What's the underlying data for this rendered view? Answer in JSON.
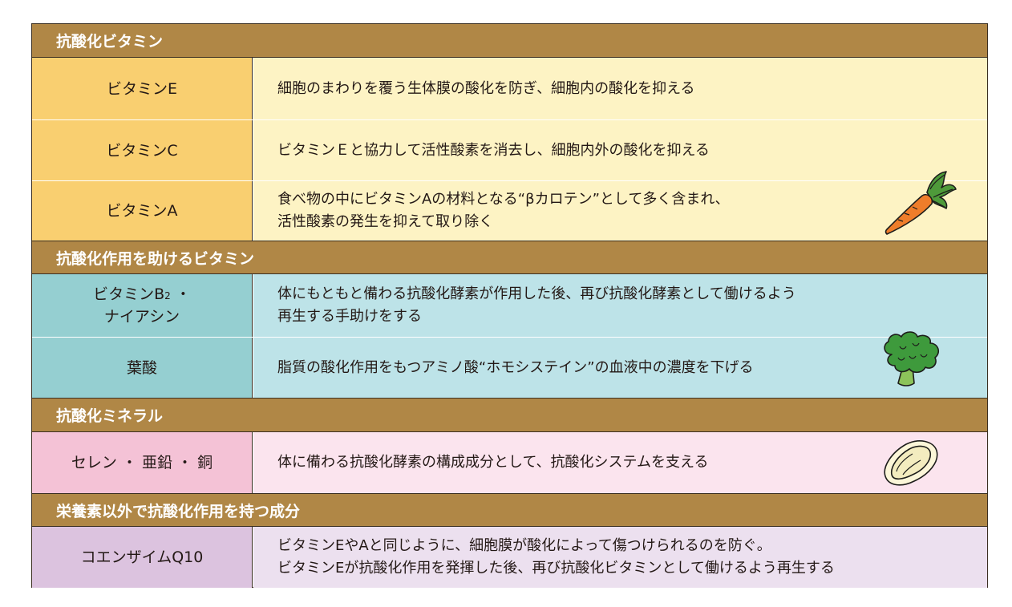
{
  "sections": [
    {
      "title": "抗酸化ビタミン",
      "rows": [
        {
          "name": "ビタミンE",
          "desc": [
            "細胞のまわりを覆う生体膜の酸化を防ぎ、細胞内の酸化を抑える"
          ]
        },
        {
          "name": "ビタミンC",
          "desc": [
            "ビタミンＥと協力して活性酸素を消去し、細胞内外の酸化を抑える"
          ]
        },
        {
          "name": "ビタミンA",
          "desc": [
            "食べ物の中にビタミンAの材料となる“βカロテン”として多く含まれ、",
            "活性酸素の発生を抑えて取り除く"
          ]
        }
      ]
    },
    {
      "title": "抗酸化作用を助けるビタミン",
      "rows": [
        {
          "name_line1_main": "ビタミンB",
          "name_line1_sub": "2",
          "name_line1_tail": " ・",
          "name_line2": "ナイアシン",
          "desc": [
            "体にもともと備わる抗酸化酵素が作用した後、再び抗酸化酵素として働けるよう",
            "再生する手助けをする"
          ]
        },
        {
          "name": "葉酸",
          "desc": [
            "脂質の酸化作用をもつアミノ酸“ホモシステイン”の血液中の濃度を下げる"
          ]
        }
      ]
    },
    {
      "title": "抗酸化ミネラル",
      "rows": [
        {
          "name": "セレン ・ 亜鉛 ・ 銅",
          "desc": [
            "体に備わる抗酸化酵素の構成成分として、抗酸化システムを支える"
          ]
        }
      ]
    },
    {
      "title": "栄養素以外で抗酸化作用を持つ成分",
      "rows": [
        {
          "name": "コエンザイムQ10",
          "desc": [
            "ビタミンEやAと同じように、細胞膜が酸化によって傷つけられるのを防ぐ。",
            "ビタミンEが抗酸化作用を発揮した後、再び抗酸化ビタミンとして働けるよう再生する"
          ]
        }
      ]
    }
  ],
  "colors": {
    "header": "#b08746",
    "vitamin_left": "#f9cf70",
    "vitamin_right": "#fdf3c4",
    "helper_left": "#95cfd1",
    "helper_right": "#bde3e8",
    "mineral_left": "#f4c2d6",
    "mineral_right": "#fbe4ee",
    "other_left": "#dcc3df",
    "other_right": "#ece0ef"
  },
  "icons": [
    "carrot-icon",
    "broccoli-icon",
    "oyster-icon"
  ]
}
